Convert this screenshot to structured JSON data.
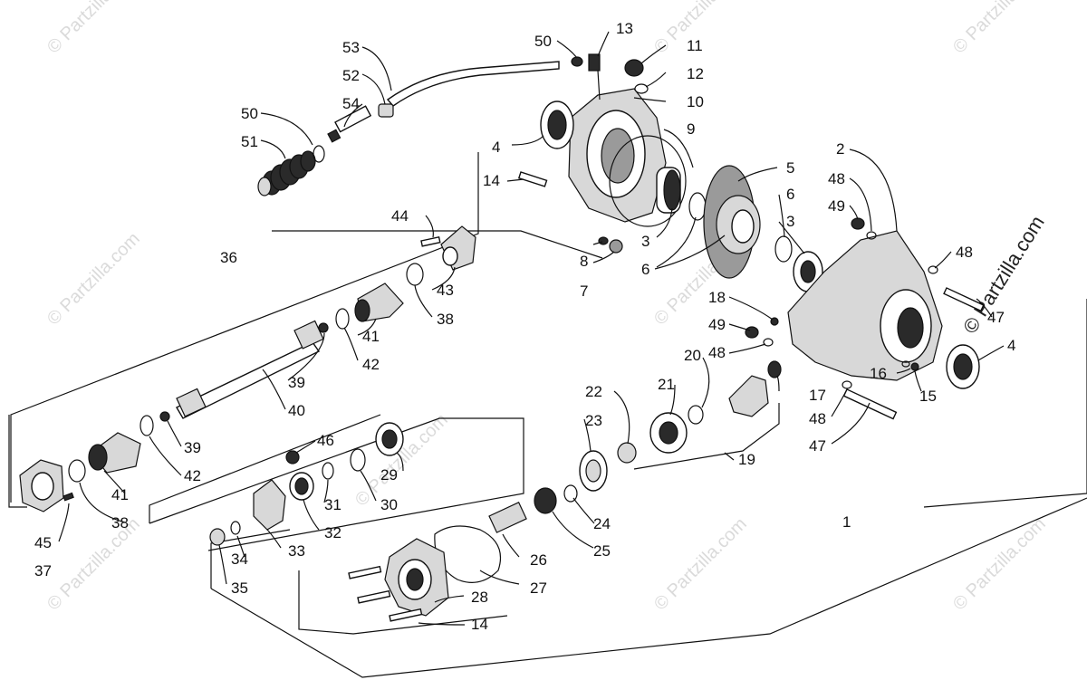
{
  "diagram": {
    "callouts": [
      "1",
      "2",
      "3",
      "3",
      "4",
      "4",
      "5",
      "6",
      "6",
      "7",
      "8",
      "9",
      "10",
      "11",
      "12",
      "13",
      "14",
      "14",
      "15",
      "16",
      "17",
      "18",
      "19",
      "20",
      "21",
      "22",
      "23",
      "24",
      "25",
      "26",
      "27",
      "28",
      "29",
      "30",
      "31",
      "32",
      "33",
      "34",
      "35",
      "36",
      "37",
      "38",
      "38",
      "39",
      "39",
      "40",
      "41",
      "41",
      "42",
      "42",
      "43",
      "44",
      "45",
      "46",
      "47",
      "47",
      "48",
      "48",
      "48",
      "48",
      "49",
      "49",
      "50",
      "50",
      "51",
      "52",
      "53",
      "54"
    ],
    "watermark_text": "© Partzilla.com"
  }
}
